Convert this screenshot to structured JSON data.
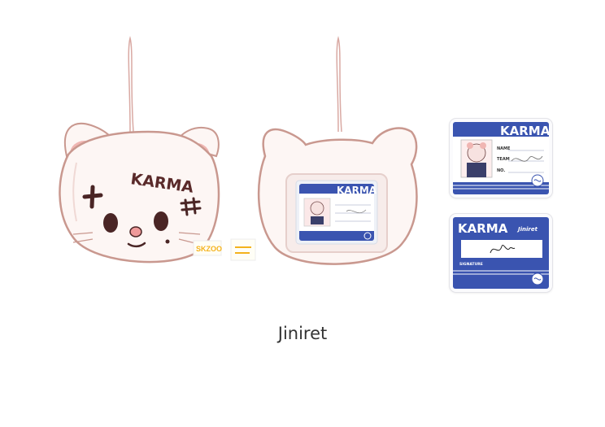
{
  "caption": "Jiniret",
  "front_pouch": {
    "name_text": "KARMA",
    "tag_text": "SKZOO"
  },
  "back_pouch": {
    "card_name": "KARMA"
  },
  "id_card_front": {
    "name_text": "KARMA",
    "fields": [
      "NAME",
      "TEAM",
      "NO."
    ]
  },
  "id_card_back": {
    "name_text": "KARMA",
    "brand_text": "Jiniret",
    "signature_label": "SIGNATURE"
  },
  "colors": {
    "blue": "#3a54b0",
    "outline": "#c9988f",
    "face": "#fdf6f4",
    "ear": "#f0b6b3",
    "tag": "#f4b21c"
  }
}
